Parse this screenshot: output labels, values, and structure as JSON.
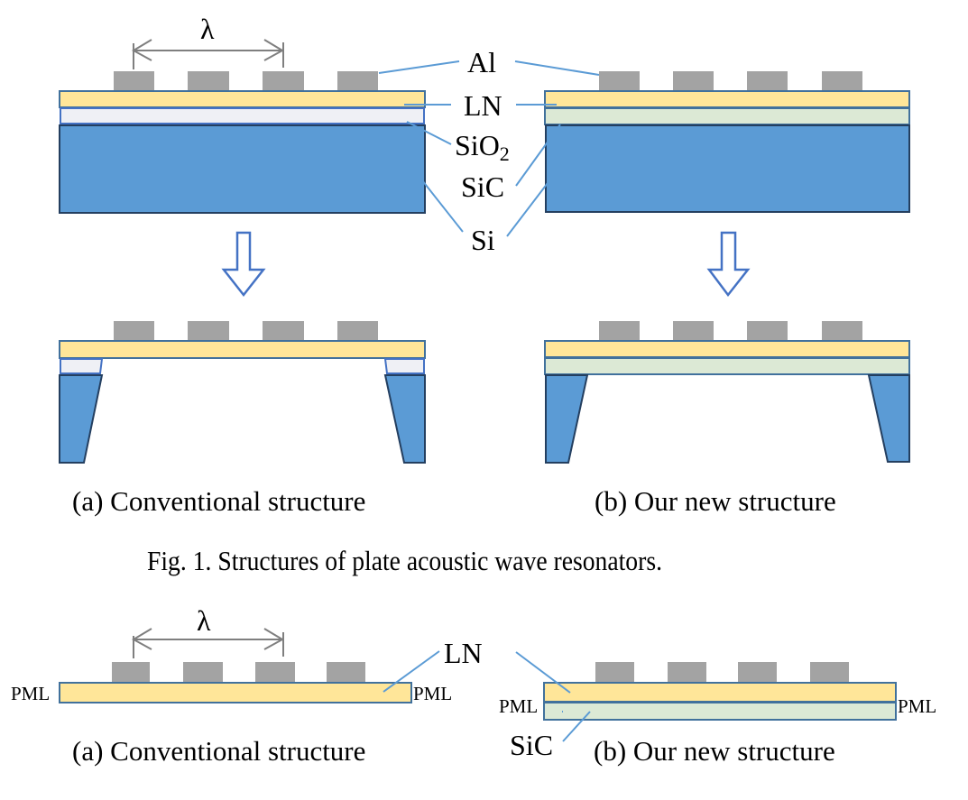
{
  "figure": {
    "caption": "Fig. 1.  Structures of plate acoustic wave resonators.",
    "colors": {
      "al": "#a3a3a3",
      "ln": "#ffe699",
      "sio2": "#eff0f5",
      "sic": "#dce9d5",
      "si": "#5b9bd5",
      "outline": "#41719c",
      "dark_outline": "#243f60",
      "leader": "#5b9bd5",
      "arrow": "#4472c4",
      "dim": "#7f7f7f"
    },
    "labels": {
      "lambda": "λ",
      "al": "Al",
      "ln": "LN",
      "sio2_main": "SiO",
      "sio2_sub": "2",
      "sic": "SiC",
      "si": "Si"
    },
    "panel_a_caption": "(a) Conventional structure",
    "panel_b_caption": "(b) Our new structure"
  },
  "simulation": {
    "labels": {
      "lambda": "λ",
      "ln": "LN",
      "sic": "SiC",
      "pml": "PML"
    },
    "panel_a_caption": "(a) Conventional structure",
    "panel_b_caption": "(b) Our new structure"
  }
}
